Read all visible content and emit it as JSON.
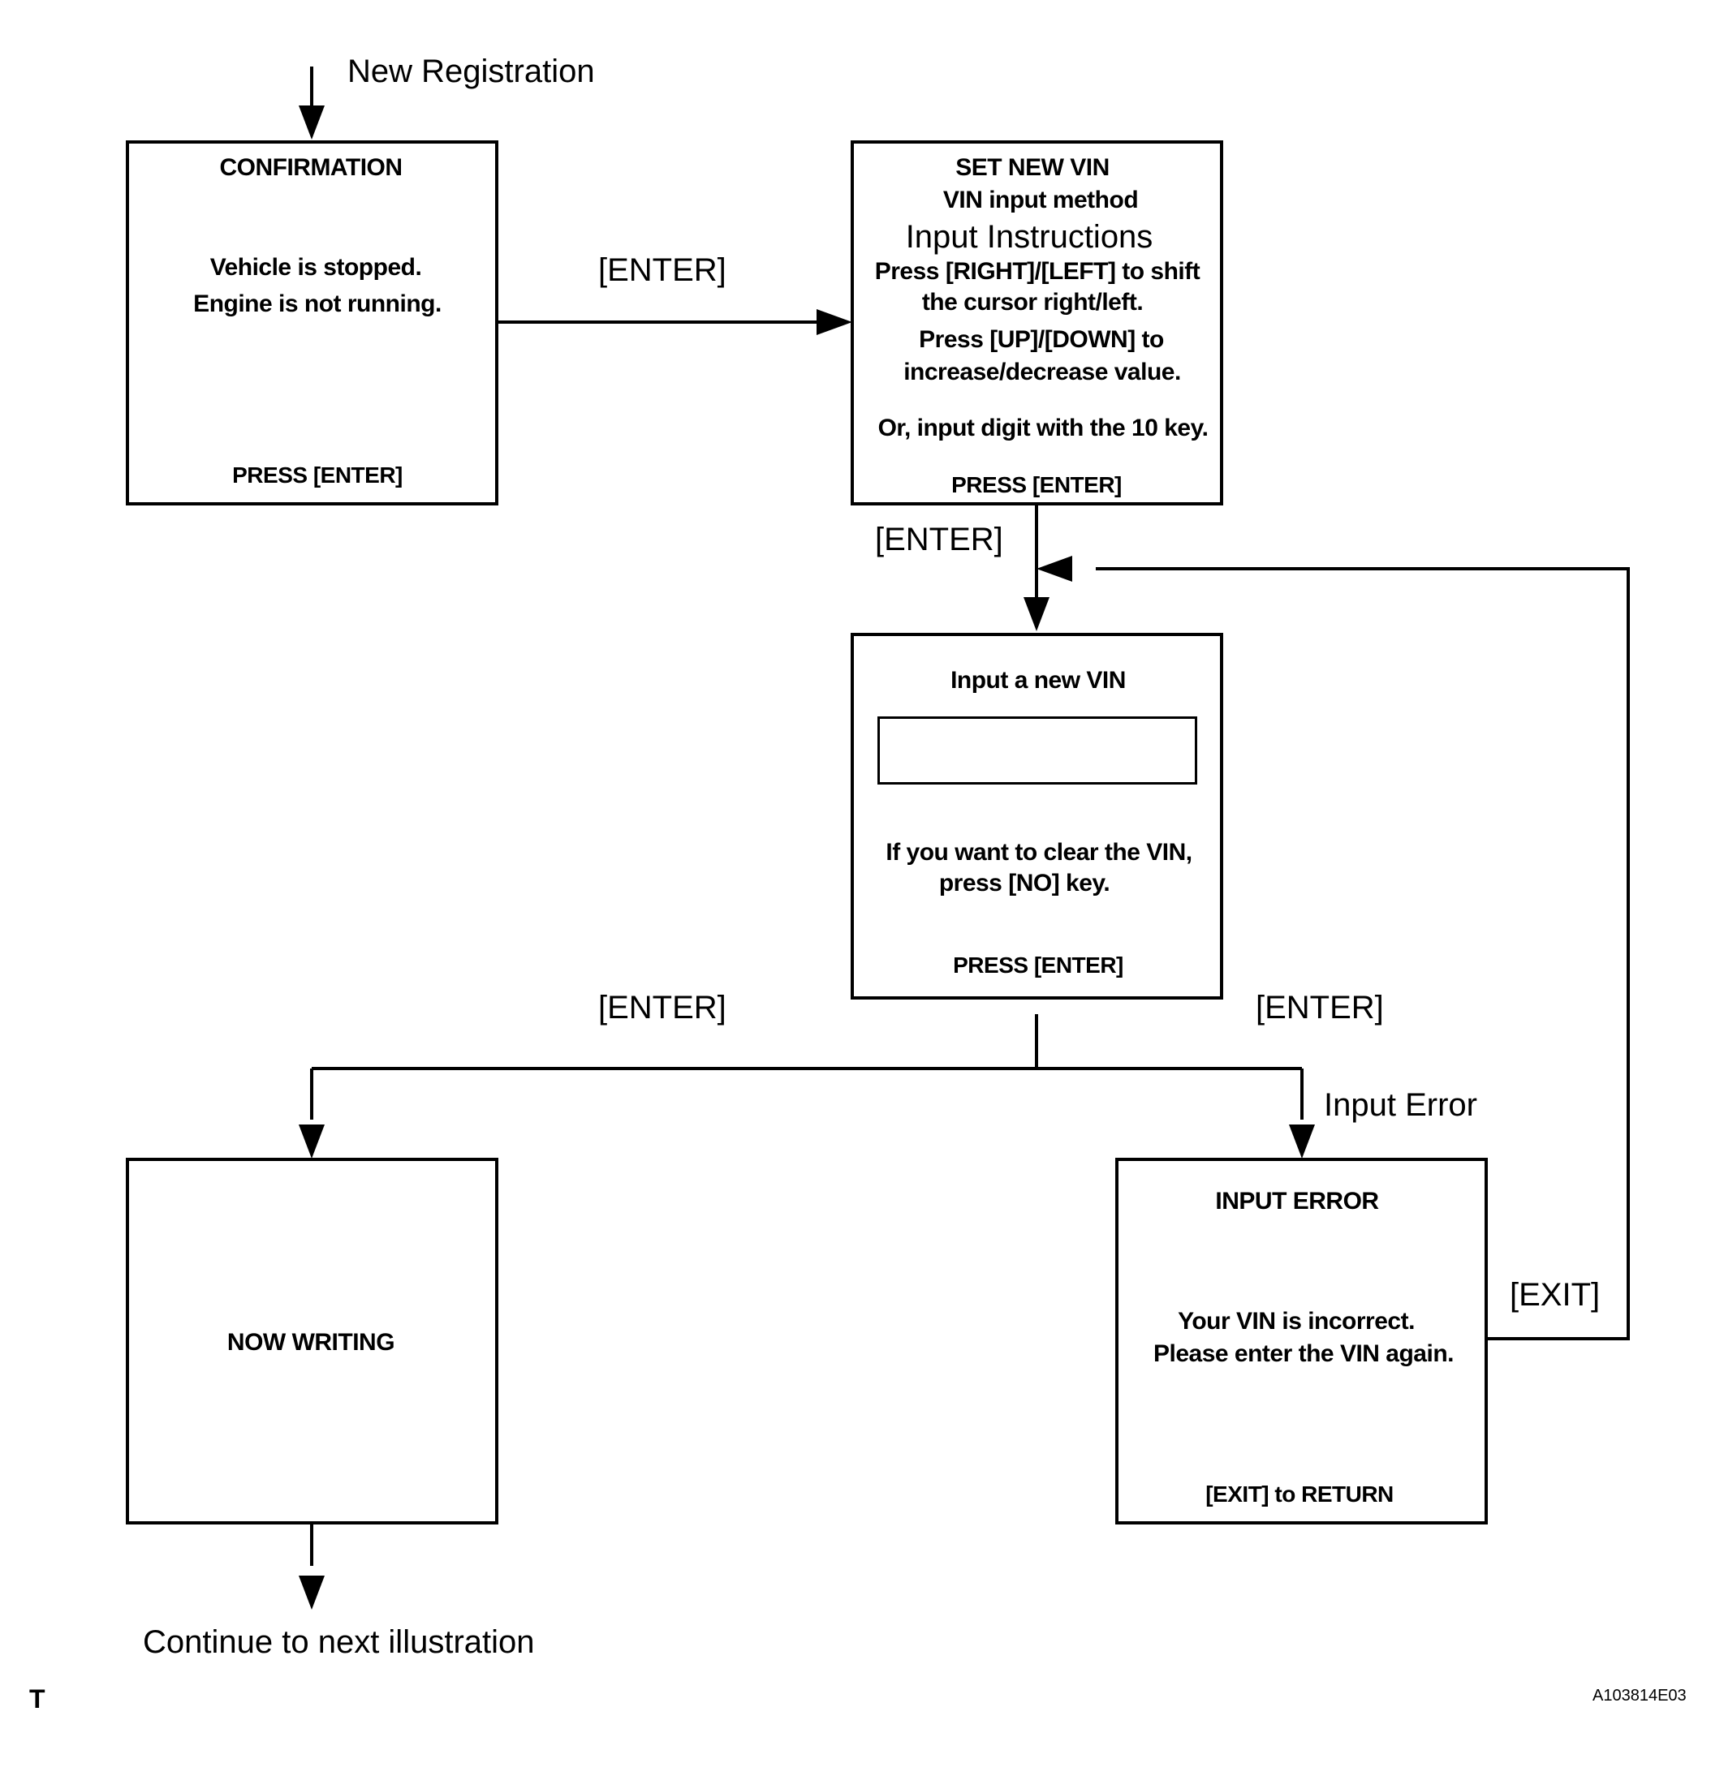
{
  "start_label": "New Registration",
  "end_label": "Continue to next illustration",
  "corner_mark": "T",
  "figure_code": "A103814E03",
  "screens": {
    "confirmation": {
      "title": "CONFIRMATION",
      "line1": "Vehicle is stopped.",
      "line2": "Engine is not running.",
      "footer": "PRESS [ENTER]"
    },
    "set_new_vin": {
      "title": "SET NEW VIN",
      "subtitle": "VIN input method",
      "instructions_heading": "Input Instructions",
      "line1": "Press [RIGHT]/[LEFT] to shift",
      "line2": "the cursor right/left.",
      "line3": "Press [UP]/[DOWN]  to",
      "line4": "increase/decrease value.",
      "line5": "Or, input digit with the 10 key.",
      "footer": "PRESS [ENTER]"
    },
    "input_vin": {
      "title": "Input a new VIN",
      "vin_value": "",
      "line1": "If you want to clear the VIN,",
      "line2": "press [NO] key.",
      "footer": "PRESS [ENTER]"
    },
    "now_writing": {
      "title": "NOW WRITING"
    },
    "input_error": {
      "title": "INPUT  ERROR",
      "line1": "Your VIN is incorrect.",
      "line2": "Please enter the VIN again.",
      "footer": "[EXIT] to RETURN"
    }
  },
  "transitions": {
    "confirm_to_set": "[ENTER]",
    "set_to_input": "[ENTER]",
    "input_to_writing": "[ENTER]",
    "input_to_error": "[ENTER]",
    "error_condition": "Input Error",
    "error_exit": "[EXIT]"
  }
}
